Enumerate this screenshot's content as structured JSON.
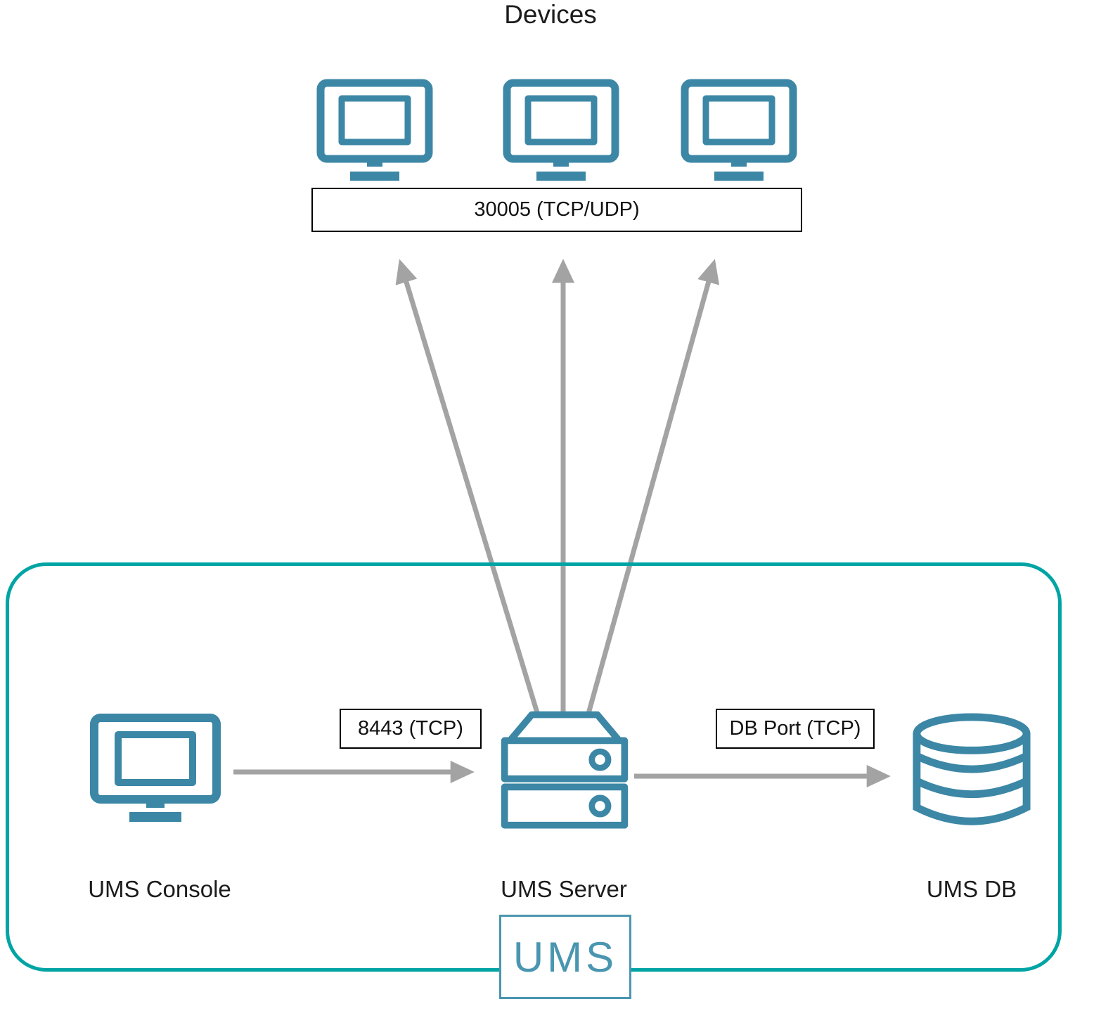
{
  "diagram": {
    "title": "Devices",
    "ports": {
      "devices": "30005 (TCP/UDP)",
      "console_to_server": "8443 (TCP)",
      "server_to_db": "DB Port (TCP)"
    },
    "nodes": {
      "console": "UMS Console",
      "server": "UMS Server",
      "db": "UMS DB"
    },
    "badge": "UMS",
    "colors": {
      "icon": "#3c87a5",
      "frame": "#00a4a4",
      "arrow": "#a3a3a3",
      "logo": "#4a96b0"
    }
  }
}
